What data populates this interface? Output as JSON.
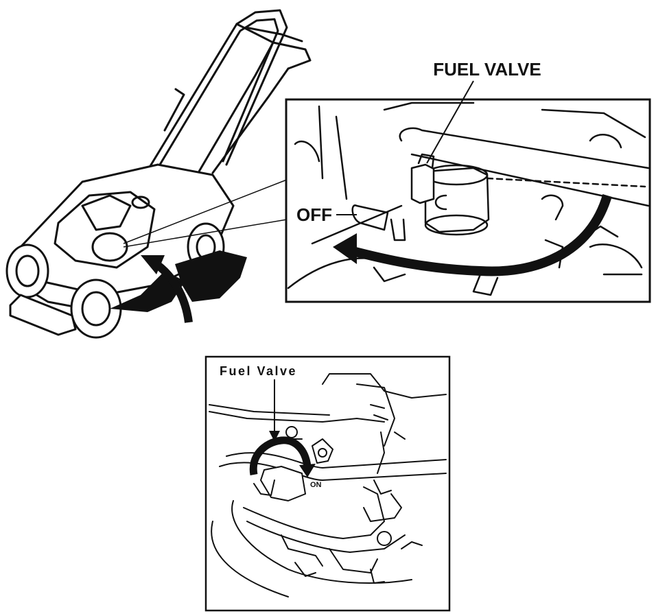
{
  "top_figure": {
    "callout_label": "FUEL VALVE",
    "position_label": "OFF"
  },
  "bottom_figure": {
    "callout_label": "Fuel Valve",
    "position_label": "ON"
  }
}
